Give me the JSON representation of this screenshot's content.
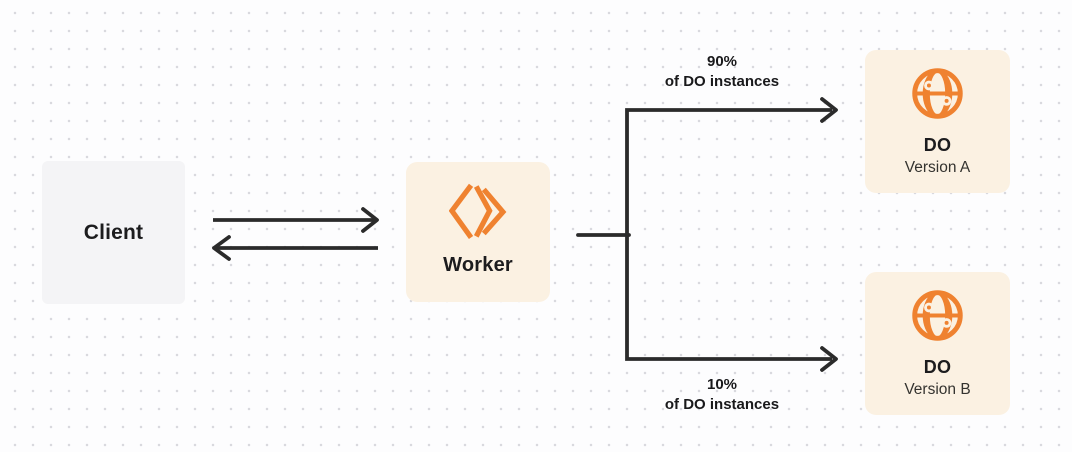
{
  "colors": {
    "orange": "#EF8230",
    "cream": "#FBF1E2",
    "client-gray": "#F4F4F6",
    "line": "#2B2B2B",
    "text": "#1C1C1E",
    "subtext": "#34332F"
  },
  "nodes": {
    "client": {
      "label": "Client"
    },
    "worker": {
      "label": "Worker",
      "icon": "cloudflare-workers-logo"
    },
    "do_a": {
      "title": "DO",
      "subtitle": "Version A",
      "icon": "globe"
    },
    "do_b": {
      "title": "DO",
      "subtitle": "Version B",
      "icon": "globe"
    }
  },
  "edges": {
    "split_top": {
      "percent": "90%",
      "caption": "of DO instances"
    },
    "split_bottom": {
      "percent": "10%",
      "caption": "of DO instances"
    }
  }
}
